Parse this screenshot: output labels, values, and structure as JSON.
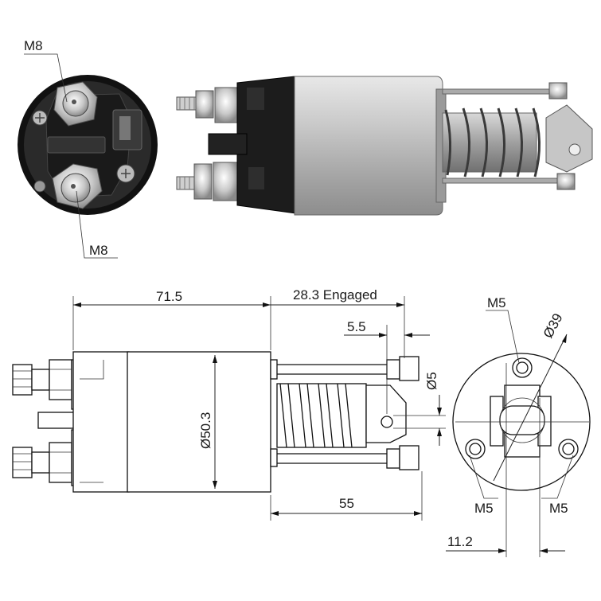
{
  "photo_end_view": {
    "top_terminal_label": "M8",
    "bottom_terminal_label": "M8"
  },
  "side_view": {
    "body_length": "71.5",
    "stroke_engaged": "28.3 Engaged",
    "eye_offset": "5.5",
    "hole_diameter": "Ø5",
    "body_diameter": "Ø50.3",
    "plunger_length": "55"
  },
  "end_view": {
    "top_mount": "M5",
    "pcd": "Ø39",
    "left_mount": "M5",
    "right_mount": "M5",
    "offset": "11.2"
  },
  "colors": {
    "line": "#111111",
    "body_metal": "#b8b8b8",
    "cap_black": "#1c1c1c"
  }
}
